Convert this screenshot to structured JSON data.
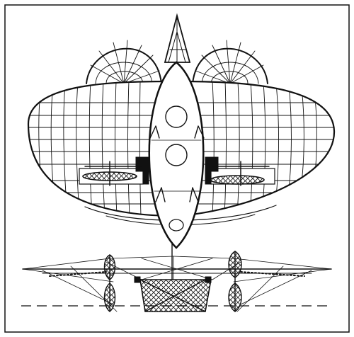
{
  "colors": {
    "ink": "#111111",
    "paper": "#ffffff"
  },
  "diagram": {
    "components": [
      "plan-view-envelope",
      "central-hull",
      "propeller-left",
      "propeller-right",
      "elevation-view",
      "gondola-net"
    ]
  }
}
